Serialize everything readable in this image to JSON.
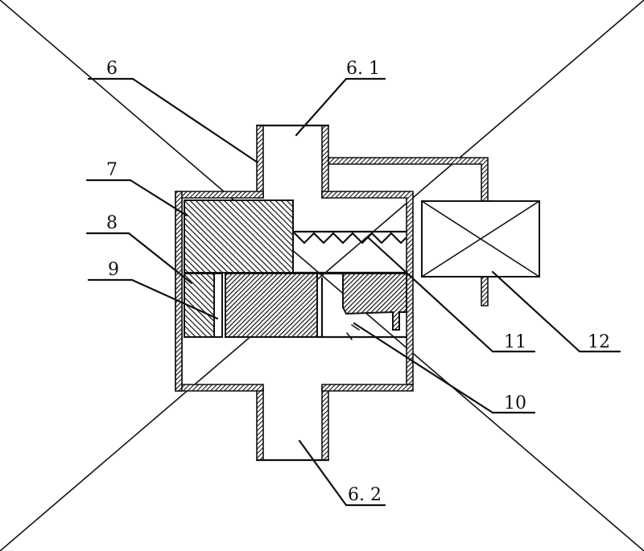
{
  "colors": {
    "ink": "#111111",
    "paper": "#ffffff"
  },
  "labels": {
    "l6": "6",
    "l6_1": "6. 1",
    "l6_2": "6. 2",
    "l7": "7",
    "l8": "8",
    "l9": "9",
    "l10": "10",
    "l11": "11",
    "l12": "12"
  }
}
